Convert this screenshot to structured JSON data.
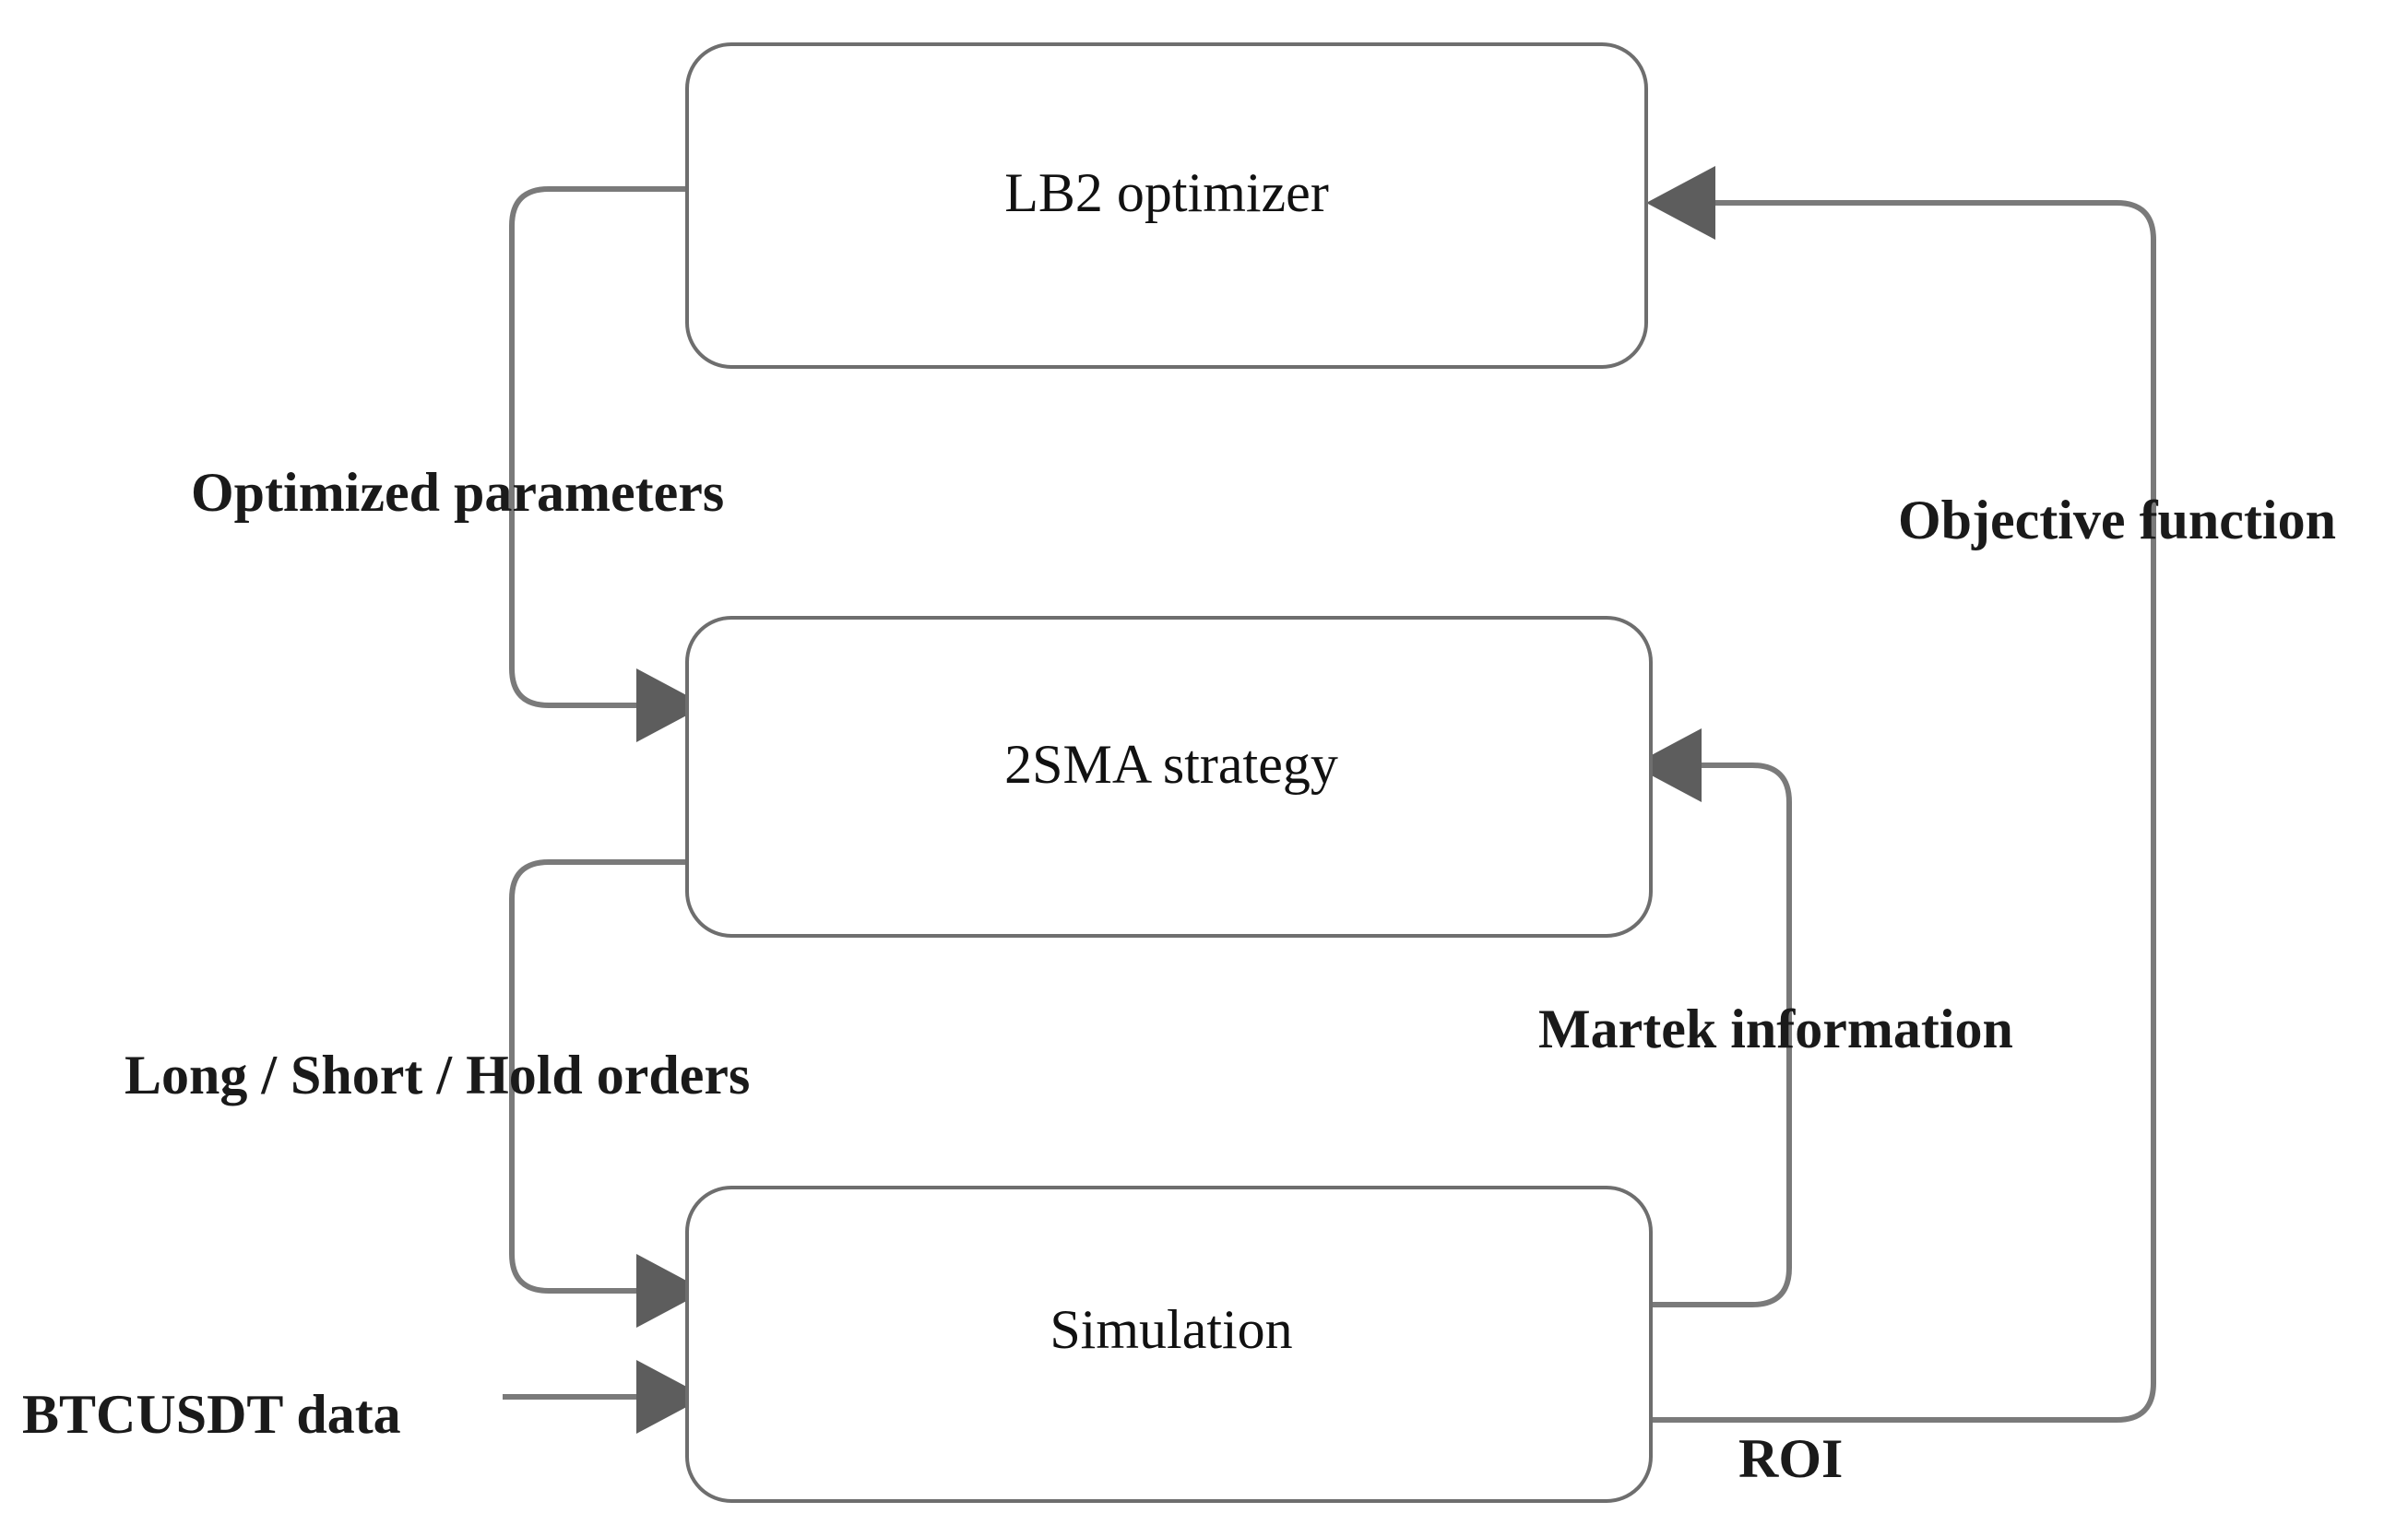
{
  "diagram": {
    "title": "LB2 optimizer / 2SMA strategy / Simulation feedback loop",
    "colors": {
      "background": "#ffffff",
      "box_stroke": "#6e6e6e",
      "box_fill": "#ffffff",
      "edge_stroke": "#7a7a7a",
      "arrow_fill": "#5d5d5d",
      "node_text": "#111111",
      "edge_text": "#1a1a1a"
    },
    "nodes": [
      {
        "id": "optimizer",
        "label": "LB2  optimizer"
      },
      {
        "id": "strategy",
        "label": "2SMA strategy"
      },
      {
        "id": "simulation",
        "label": "Simulation"
      }
    ],
    "edges": [
      {
        "id": "optimized-parameters",
        "label": "Optimized parameters",
        "from": "optimizer",
        "to": "strategy"
      },
      {
        "id": "objective-function",
        "label": "Objective function",
        "from": "simulation",
        "to": "optimizer"
      },
      {
        "id": "orders",
        "label": "Long / Short / Hold orders",
        "from": "strategy",
        "to": "simulation"
      },
      {
        "id": "market-information",
        "label": "Martek information",
        "from": "simulation",
        "to": "strategy"
      },
      {
        "id": "btcusdt-data",
        "label": "BTCUSDT data",
        "from": "external",
        "to": "simulation"
      },
      {
        "id": "roi",
        "label": "ROI",
        "from": "simulation",
        "to": "objective-path"
      }
    ]
  }
}
